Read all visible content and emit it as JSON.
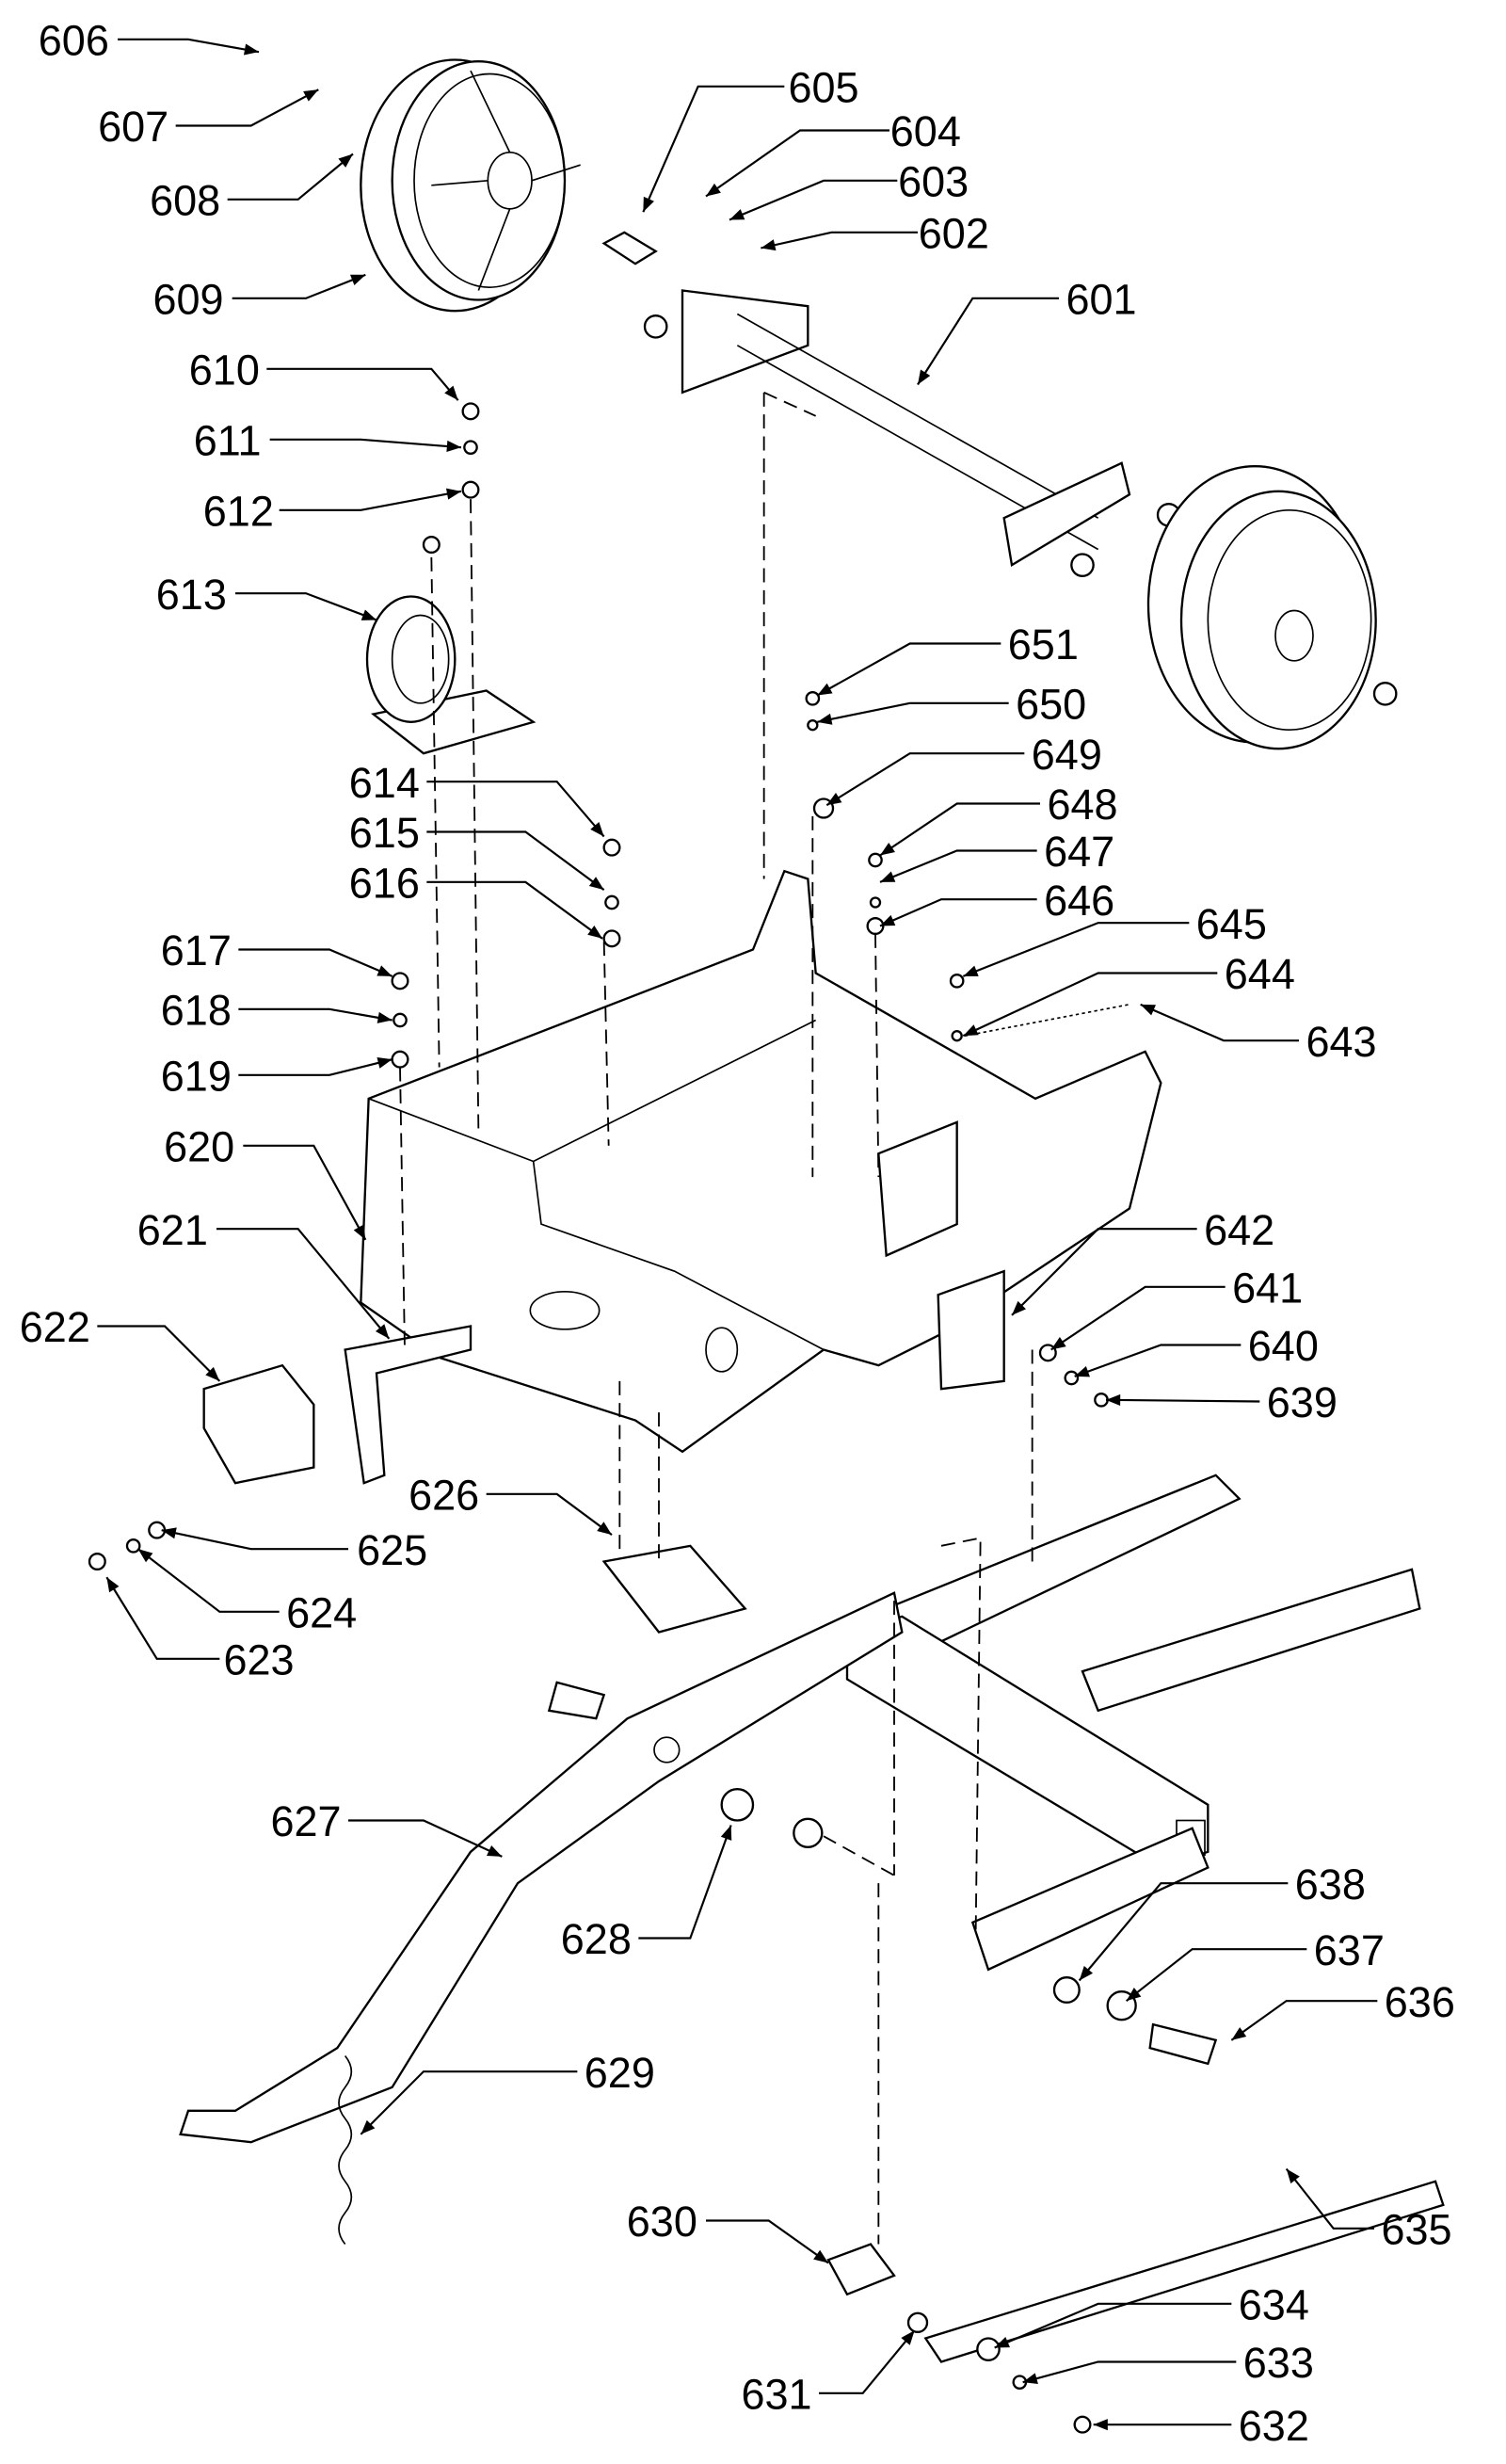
{
  "diagram": {
    "type": "exploded-parts-view",
    "callouts": [
      "601",
      "602",
      "603",
      "604",
      "605",
      "606",
      "607",
      "608",
      "609",
      "610",
      "611",
      "612",
      "613",
      "614",
      "615",
      "616",
      "617",
      "618",
      "619",
      "620",
      "621",
      "622",
      "623",
      "624",
      "625",
      "626",
      "627",
      "628",
      "629",
      "630",
      "631",
      "632",
      "633",
      "634",
      "635",
      "636",
      "637",
      "638",
      "639",
      "640",
      "641",
      "642",
      "643",
      "644",
      "645",
      "646",
      "647",
      "648",
      "649",
      "650",
      "651"
    ]
  }
}
